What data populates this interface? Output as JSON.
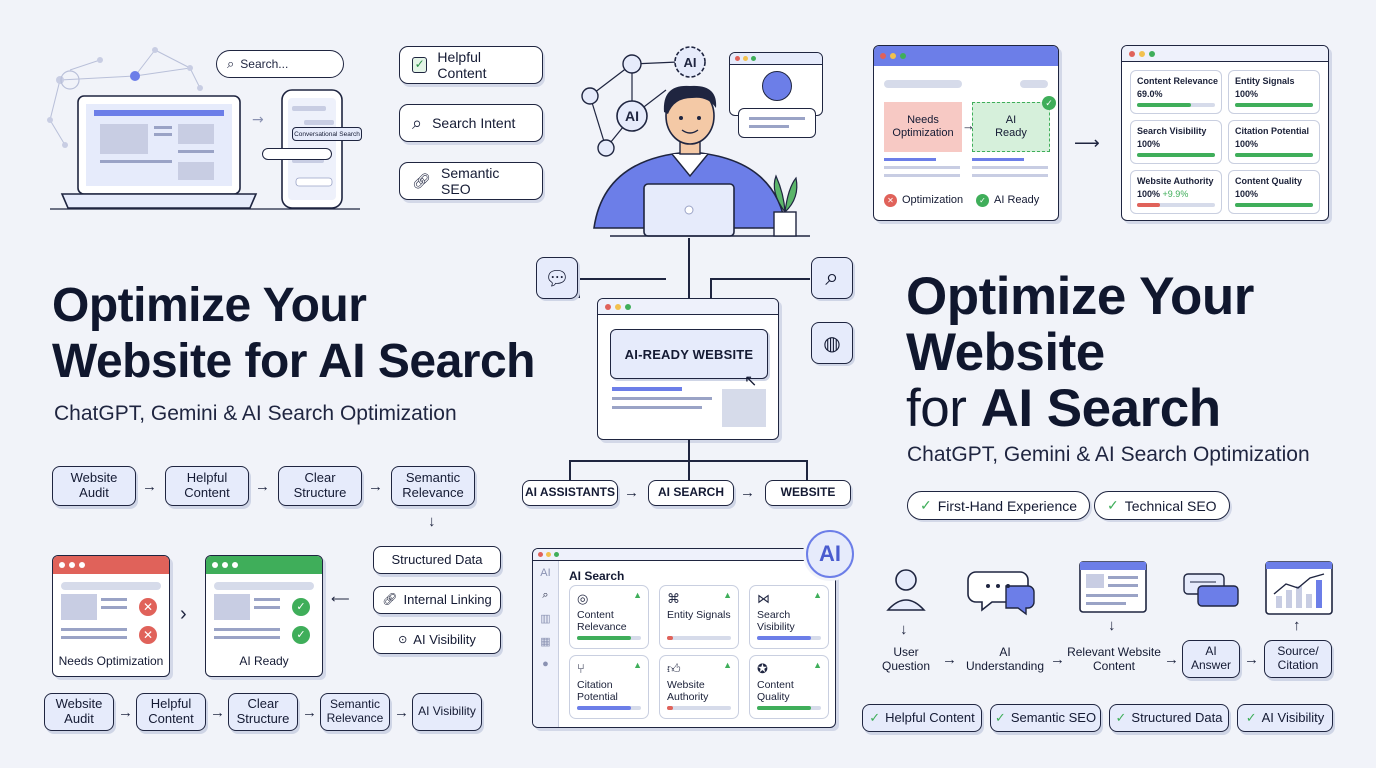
{
  "left": {
    "title_line1": "Optimize Your",
    "title_line2": "Website for AI Search",
    "subtitle": "ChatGPT, Gemini & AI Search Optimization",
    "device": {
      "search_placeholder": "Search...",
      "phone_label": "Conversational Search"
    },
    "chips": [
      {
        "label": "Helpful Content",
        "icon": "check-square-icon"
      },
      {
        "label": "Search Intent",
        "icon": "search-icon"
      },
      {
        "label": "Semantic SEO",
        "icon": "link-icon"
      }
    ],
    "flow_top": [
      "Website Audit",
      "Helpful Content",
      "Clear Structure",
      "Semantic Relevance"
    ],
    "side_steps": [
      "Structured Data",
      "Internal Linking",
      "AI Visibility"
    ],
    "compare": {
      "before": "Needs Optimization",
      "after": "AI Ready"
    },
    "flow_bottom": [
      "Website Audit",
      "Helpful Content",
      "Clear Structure",
      "Semantic Relevance",
      "AI Visibility"
    ]
  },
  "center": {
    "bubble_ai": "AI",
    "website_button": "AI-READY WEBSITE",
    "branches": [
      "AI ASSISTANTS",
      "AI SEARCH",
      "WEBSITE"
    ],
    "dashboard": {
      "title": "AI Search",
      "badge": "AI",
      "cards": [
        {
          "label": "Content Relevance",
          "icon": "target-icon",
          "fill": 0.85,
          "color": "#3fae5a"
        },
        {
          "label": "Entity Signals",
          "icon": "network-icon",
          "fill": 0.1,
          "color": "#e0625a"
        },
        {
          "label": "Search Visibility",
          "icon": "nodes-icon",
          "fill": 0.85,
          "color": "#6c7ee8"
        },
        {
          "label": "Citation Potential",
          "icon": "branch-icon",
          "fill": 0.85,
          "color": "#6c7ee8"
        },
        {
          "label": "Website Authority",
          "icon": "thumbs-up-icon",
          "fill": 0.1,
          "color": "#e0625a"
        },
        {
          "label": "Content Quality",
          "icon": "badge-check-icon",
          "fill": 0.85,
          "color": "#3fae5a"
        }
      ]
    }
  },
  "right": {
    "title_line1": "Optimize Your",
    "title_line2": "Website",
    "title_line3_pre": "for ",
    "title_line3_bold": "AI Search",
    "subtitle": "ChatGPT, Gemini & AI Search Optimization",
    "badges": [
      "First-Hand Experience",
      "Technical SEO"
    ],
    "opt_window": {
      "needs": "Needs Optimization",
      "ready": "AI Ready",
      "legend_bad": "Optimization",
      "legend_good": "AI Ready"
    },
    "metrics": [
      {
        "label": "Content Relevance",
        "value": "69.0%",
        "fill": 0.69,
        "color": "#3fae5a"
      },
      {
        "label": "Entity Signals",
        "value": "100%",
        "fill": 1.0,
        "color": "#3fae5a"
      },
      {
        "label": "Search Visibility",
        "value": "100%",
        "fill": 1.0,
        "color": "#3fae5a"
      },
      {
        "label": "Citation Potential",
        "value": "100%",
        "fill": 1.0,
        "color": "#3fae5a"
      },
      {
        "label": "Website Authority",
        "value": "100%",
        "delta": "+9.9%",
        "fill": 0.3,
        "color": "#e0625a"
      },
      {
        "label": "Content Quality",
        "value": "100%",
        "fill": 1.0,
        "color": "#3fae5a"
      }
    ],
    "process": [
      "User Question",
      "AI Understanding",
      "Relevant Website Content",
      "AI Answer",
      "Source/ Citation"
    ],
    "bottom_badges": [
      "Helpful Content",
      "Semantic SEO",
      "Structured Data",
      "AI Visibility"
    ]
  },
  "colors": {
    "accent": "#6c7ee8",
    "success": "#3fae5a",
    "danger": "#e0625a",
    "dark": "#141a33"
  }
}
